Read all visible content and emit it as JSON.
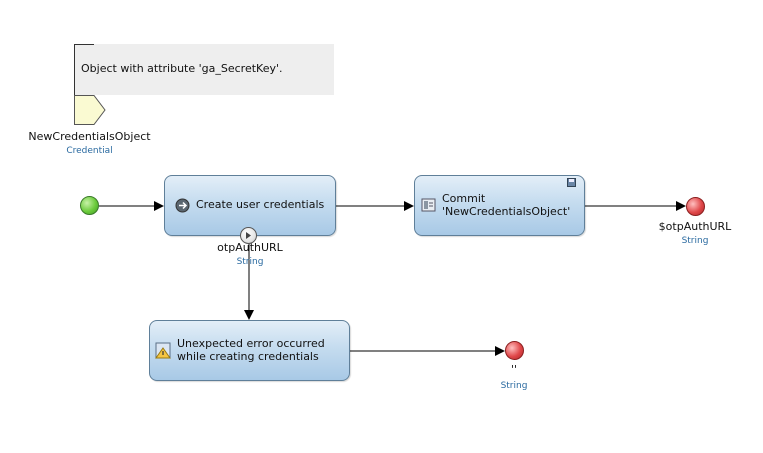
{
  "annotation": {
    "text": "Object with attribute 'ga_SecretKey'."
  },
  "parameter": {
    "name": "NewCredentialsObject",
    "type": "Credential"
  },
  "activities": {
    "create": {
      "label": "Create user credentials",
      "output_name": "otpAuthURL",
      "output_type": "String"
    },
    "commit": {
      "line1": "Commit",
      "line2": "'NewCredentialsObject'"
    },
    "error": {
      "line1": "Unexpected error occurred",
      "line2": "while creating credentials"
    }
  },
  "end_events": {
    "main": {
      "return_value": "$otpAuthURL",
      "type": "String"
    },
    "error": {
      "return_value": "''",
      "type": "String"
    }
  },
  "colors": {
    "start_event": "#6ccb3c",
    "end_event": "#e0484a",
    "activity_fill": "#c5dcef",
    "type_label": "#2a6aa0",
    "annotation_bg": "#eeeeee"
  }
}
